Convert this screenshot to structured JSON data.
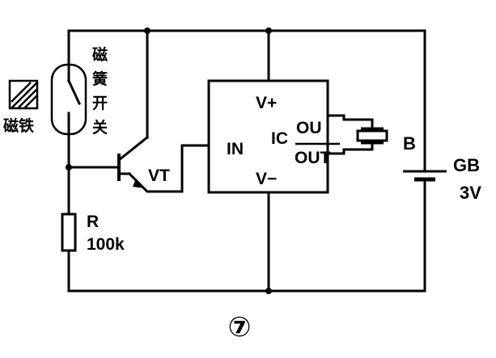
{
  "labels": {
    "magnet": "磁铁",
    "reed_switch_lines": [
      "磁",
      "簧",
      "开",
      "关"
    ],
    "transistor": "VT",
    "ic_in": "IN",
    "ic_name": "IC",
    "ic_vplus": "V+",
    "ic_vminus": "V−",
    "ic_out": "OU",
    "ic_out_bar": "OUT",
    "buzzer": "B",
    "battery": "GB",
    "battery_voltage": "3V",
    "resistor": "R",
    "resistor_value": "100k",
    "figure_number": "⑦"
  }
}
